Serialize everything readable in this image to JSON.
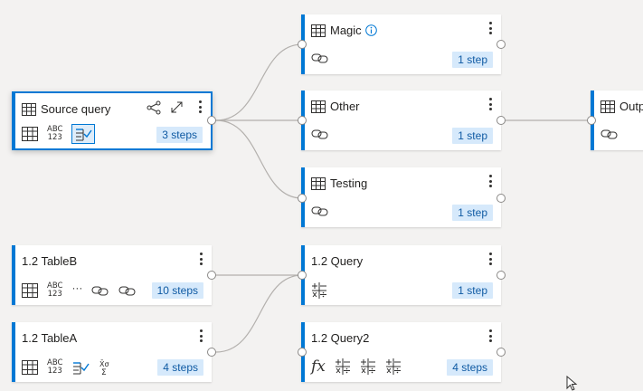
{
  "cards": [
    {
      "id": "source-query",
      "title": "Source query",
      "steps": "3 steps",
      "selected": true
    },
    {
      "id": "magic",
      "title": "Magic",
      "steps": "1 step",
      "info": true
    },
    {
      "id": "other",
      "title": "Other",
      "steps": "1 step"
    },
    {
      "id": "testing",
      "title": "Testing",
      "steps": "1 step"
    },
    {
      "id": "output",
      "title": "Outp"
    },
    {
      "id": "tableb",
      "title": "1.2 TableB",
      "steps": "10 steps"
    },
    {
      "id": "tablea",
      "title": "1.2 TableA",
      "steps": "4 steps"
    },
    {
      "id": "query",
      "title": "1.2 Query",
      "steps": "1 step"
    },
    {
      "id": "query2",
      "title": "1.2 Query2",
      "steps": "4 steps"
    }
  ],
  "icons": {
    "column_type": {
      "top": "ABC",
      "bottom": "123"
    },
    "ellipsis": "···",
    "function": "fx"
  },
  "colors": {
    "accent": "#0078d4",
    "steps_bg": "#d6e9fb",
    "steps_text": "#0f5aa3",
    "canvas": "#f3f2f1",
    "connector": "#b3b0ad"
  }
}
